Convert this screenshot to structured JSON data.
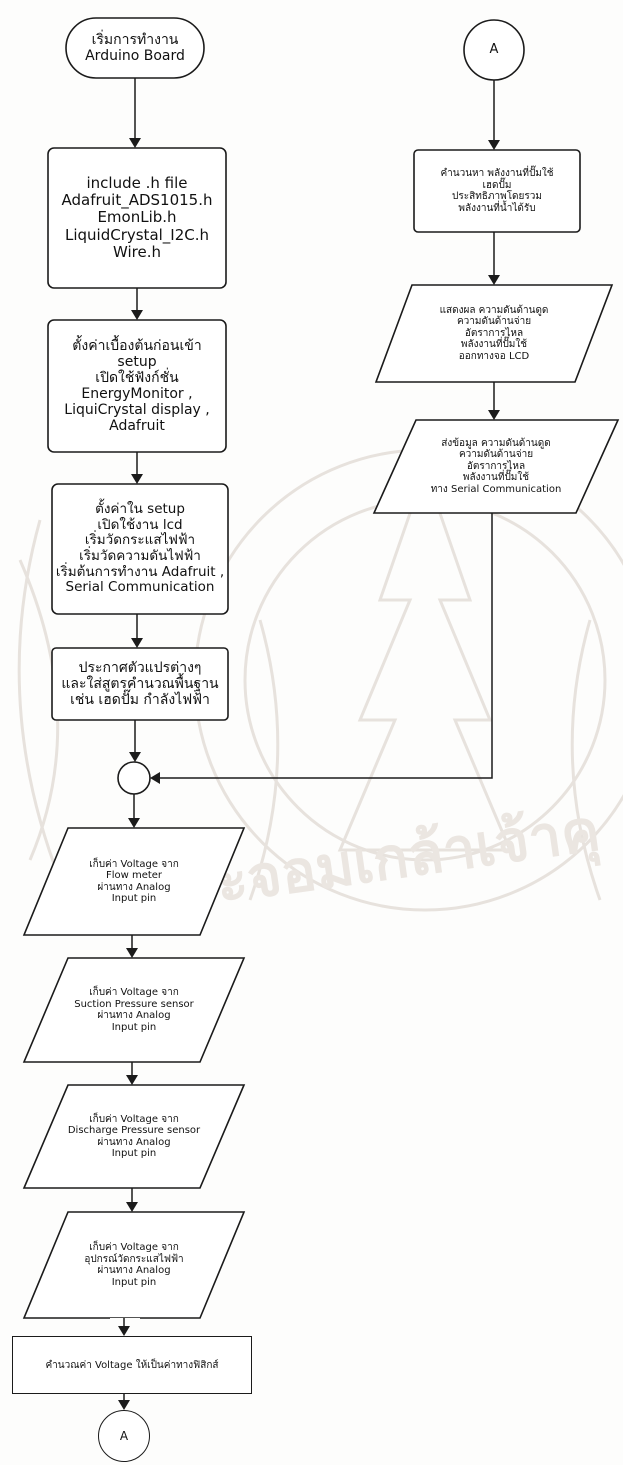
{
  "diagram": {
    "start": {
      "lines": [
        "เริ่มการทำงาน",
        "Arduino Board"
      ]
    },
    "include_files": {
      "lines": [
        "include .h file",
        "Adafruit_ADS1015.h",
        "EmonLib.h",
        "LiquidCrystal_I2C.h",
        "Wire.h"
      ]
    },
    "pre_setup": {
      "lines": [
        "ตั้งค่าเบื้องต้นก่อนเข้า",
        "setup",
        "เปิดใช้ฟังก์ชั่น",
        "EnergyMonitor ,",
        "LiquiCrystal display ,",
        "Adafruit"
      ]
    },
    "setup": {
      "lines": [
        "ตั้งค่าใน setup",
        "เปิดใช้งาน lcd",
        "เริ่มวัดกระแสไฟฟ้า",
        "เริ่มวัดความดันไฟฟ้า",
        "เริ่มต้นการทำงาน Adafruit ,",
        "Serial Communication"
      ]
    },
    "declare_vars": {
      "lines": [
        "ประกาศตัวแปรต่างๆ",
        "และใส่สูตรคำนวณพื้นฐาน",
        "เช่น เฮดปั๊ม กำลังไฟฟ้า"
      ]
    },
    "read_flow": {
      "lines": [
        "เก็บค่า Voltage จาก",
        "Flow meter",
        "ผ่านทาง Analog",
        "Input pin"
      ]
    },
    "read_suction": {
      "lines": [
        "เก็บค่า Voltage จาก",
        "Suction Pressure sensor",
        "ผ่านทาง Analog",
        "Input pin"
      ]
    },
    "read_discharge": {
      "lines": [
        "เก็บค่า Voltage จาก",
        "Discharge Pressure sensor",
        "ผ่านทาง Analog",
        "Input pin"
      ]
    },
    "read_current": {
      "lines": [
        "เก็บค่า Voltage จาก",
        "อุปกรณ์วัดกระแสไฟฟ้า",
        "ผ่านทาง Analog",
        "Input pin"
      ]
    },
    "convert": {
      "lines": [
        "คำนวณค่า Voltage ให้เป็นค่าทางฟิสิกส์"
      ]
    },
    "connector_bottom": {
      "label": "A"
    },
    "connector_top": {
      "label": "A"
    },
    "compute": {
      "lines": [
        "คำนวนหา พลังงานที่ปั๊มใช้",
        "เฮดปั๊ม",
        "ประสิทธิภาพโดยรวม",
        "พลังงานที่น้ำได้รับ"
      ]
    },
    "display_lcd": {
      "lines": [
        "แสดงผล ความดันด้านดูด",
        "ความดันด้านจ่าย",
        "อัตราการไหล",
        "พลังงานที่ปั๊มใช้",
        "ออกทางจอ LCD"
      ]
    },
    "send_serial": {
      "lines": [
        "ส่งข้อมูล ความดันด้านดูด",
        "ความดันด้านจ่าย",
        "อัตราการไหล",
        "พลังงานที่ปั๊มใช้",
        "ทาง Serial Communication"
      ]
    }
  },
  "watermark": {
    "text": "ะจอมเกล้าเจ้าคุ"
  }
}
